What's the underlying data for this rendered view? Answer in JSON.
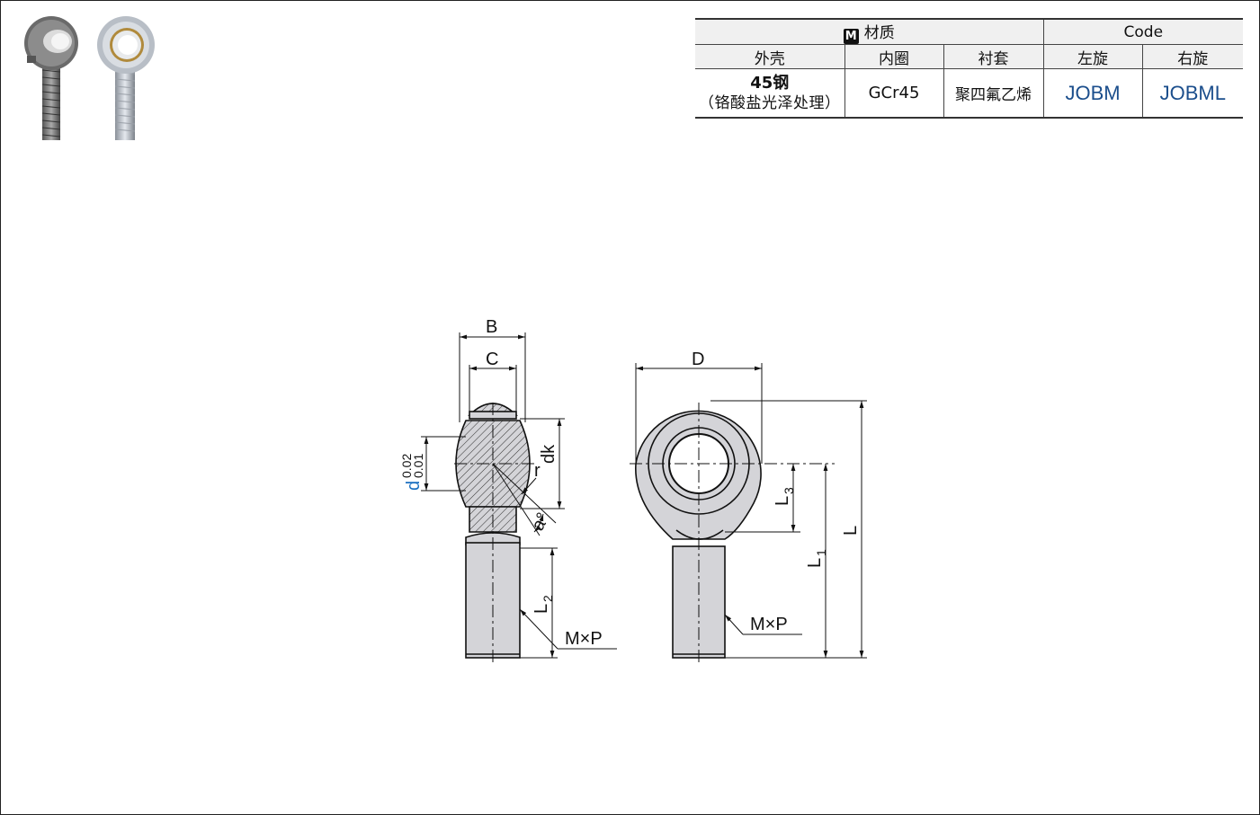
{
  "table": {
    "material_header": "材质",
    "material_badge": "M",
    "code_header": "Code",
    "columns": [
      "外壳",
      "内圈",
      "衬套",
      "左旋",
      "右旋"
    ],
    "row": {
      "housing_main": "45钢",
      "housing_sub": "（铬酸盐光泽处理）",
      "inner_ring": "GCr45",
      "bushing": "聚四氟乙烯",
      "code_left": "JOBM",
      "code_right": "JOBML"
    }
  },
  "drawing_labels": {
    "B": "B",
    "C": "C",
    "D": "D",
    "dk": "dk",
    "r": "r",
    "a": "a°",
    "d": "d",
    "tol_upper": "0.02",
    "tol_lower": "0.01",
    "L": "L",
    "L1": "L",
    "L1_sub": "1",
    "L2": "L",
    "L2_sub": "2",
    "L3": "L",
    "L3_sub": "3",
    "thread_left": "M×P",
    "thread_right": "M×P"
  },
  "colors": {
    "code_blue": "#1b4e8c",
    "tolerance_blue": "#1a6fc0",
    "part_fill": "#d4d4d8"
  }
}
